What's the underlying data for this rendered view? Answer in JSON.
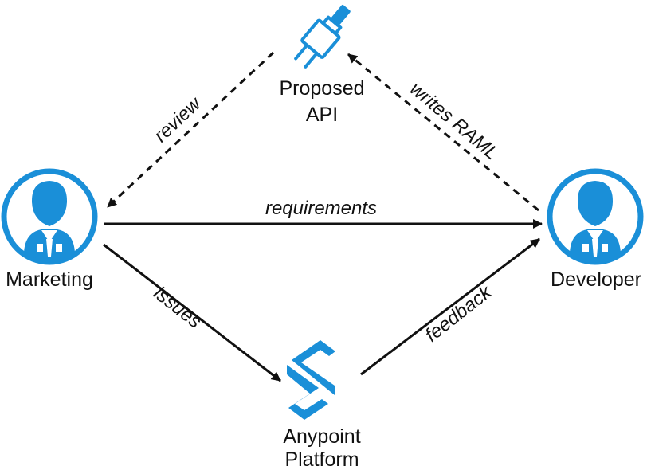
{
  "colors": {
    "accent": "#1a8fd8",
    "line": "#111111",
    "background": "#ffffff"
  },
  "nodes": {
    "proposed_api": {
      "icon": "plug-icon",
      "label_lines": [
        "Proposed",
        "API"
      ]
    },
    "marketing": {
      "icon": "person-icon",
      "label": "Marketing"
    },
    "developer": {
      "icon": "person-icon",
      "label": "Developer"
    },
    "anypoint": {
      "icon": "anypoint-logo-icon",
      "label_lines": [
        "Anypoint",
        "Platform"
      ]
    }
  },
  "edges": {
    "review": {
      "label": "review",
      "from": "Proposed API",
      "to": "Marketing",
      "style": "dashed"
    },
    "writes_raml": {
      "label": "writes RAML",
      "from": "Developer",
      "to": "Proposed API",
      "style": "dashed"
    },
    "requirements": {
      "label": "requirements",
      "from": "Marketing",
      "to": "Developer",
      "style": "solid"
    },
    "issues": {
      "label": "issues",
      "from": "Marketing",
      "to": "Anypoint Platform",
      "style": "solid"
    },
    "feedback": {
      "label": "feedback",
      "from": "Anypoint Platform",
      "to": "Developer",
      "style": "solid"
    }
  }
}
